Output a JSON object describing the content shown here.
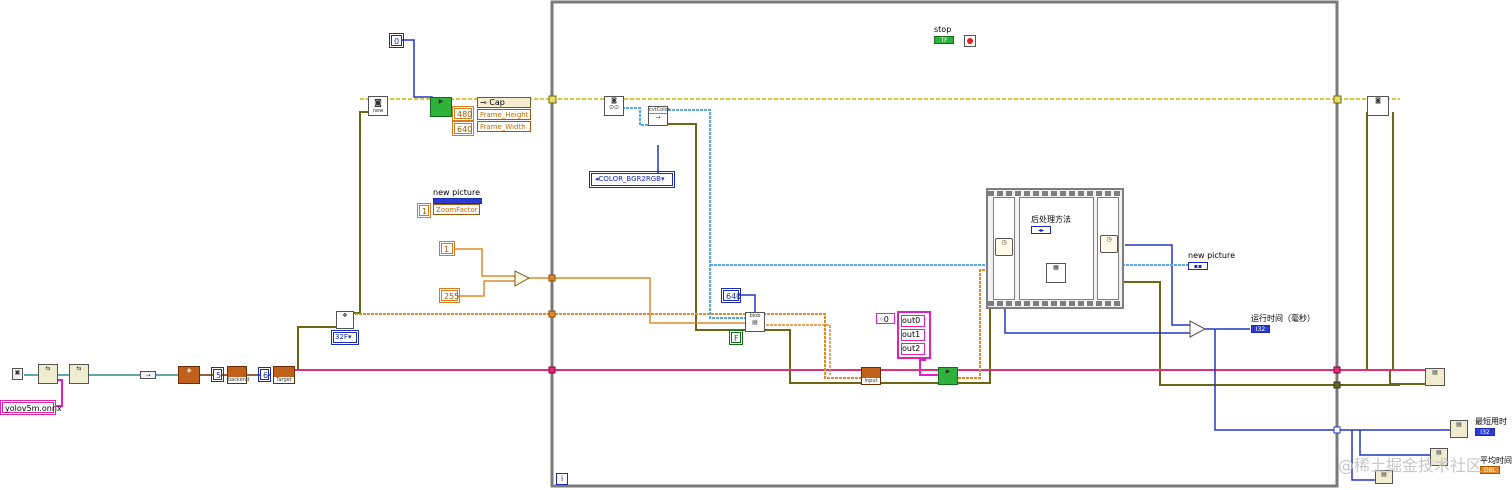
{
  "stop_control": {
    "label": "stop",
    "tf": "TF"
  },
  "constants": {
    "zero": "0",
    "height": "480",
    "width": "640",
    "one_zoom": "1",
    "one_div": "1",
    "v255": "255",
    "size640": "640",
    "five": "5",
    "six": "6",
    "outarr_index": "0",
    "bool_false": "F"
  },
  "cap": {
    "title": "Cap",
    "prop1": "Frame_Height",
    "prop2": "Frame_Width"
  },
  "new_picture": {
    "label": "new picture",
    "zoom_prop": "ZoomFactor"
  },
  "new_picture_indicator": {
    "label": "new picture"
  },
  "enum_color": "COLOR_BGR2RGB",
  "dtype_ring": "32F",
  "model_file": "yolov5m.onnx",
  "output_names": [
    "out0",
    "out1",
    "out2"
  ],
  "postprocess_label": "后处理方法",
  "run_time_label": "运行时间（毫秒）",
  "shortest_label": "最短用时",
  "avg_label": "平均时间",
  "node_texts": {
    "new": "new",
    "target": "Target",
    "backend": "backend",
    "input": "Input",
    "cvtcolor": "cvtColor",
    "blob": "blob"
  },
  "indicator_types": {
    "i32": "I32",
    "dbl": "DBL",
    "bool": "TF"
  },
  "loop_iteration": "i",
  "watermark": "@稀土掘金技术社区",
  "colors": {
    "wire_yellow": "#d8c93c",
    "wire_orange": "#e08a2c",
    "wire_pink": "#e0307a",
    "wire_blue": "#2436c0",
    "wire_lightblue": "#5aa6e6",
    "wire_olive": "#6b6612",
    "wire_teal": "#2e8b8b",
    "loop_border": "#7a7a7a"
  }
}
